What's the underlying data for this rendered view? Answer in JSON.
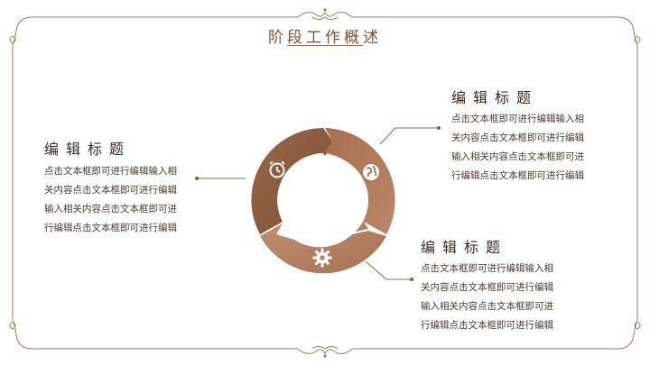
{
  "slide": {
    "title": "阶段工作概述"
  },
  "blocks": [
    {
      "heading": "编辑标题",
      "lines": [
        "点击文本框即可进行编辑输入相",
        "关内容点击文本框即可进行编辑",
        "输入相关内容点击文本框即可进",
        "行编辑点击文本框即可进行编辑"
      ]
    },
    {
      "heading": "编辑标题",
      "lines": [
        "点击文本框即可进行编辑输入相",
        "关内容点击文本框即可进行编辑",
        "输入相关内容点击文本框即可进",
        "行编辑点击文本框即可进行编辑"
      ]
    },
    {
      "heading": "编辑标题",
      "lines": [
        "点击文本框即可进行编辑输入相",
        "关内容点击文本框即可进行编辑",
        "输入相关内容点击文本框即可进",
        "行编辑点击文本框即可进行编辑"
      ]
    }
  ],
  "icons": {
    "segment_top_left": "alarm-clock-icon",
    "segment_top_right": "globe-icon",
    "segment_bottom": "gear-icon"
  },
  "colors": {
    "segment_top_left": "#8a5a3e",
    "segment_top_right": "#a86f4e",
    "segment_bottom": "#b78566",
    "frame": "#a07a62",
    "accent": "#7a5238"
  }
}
